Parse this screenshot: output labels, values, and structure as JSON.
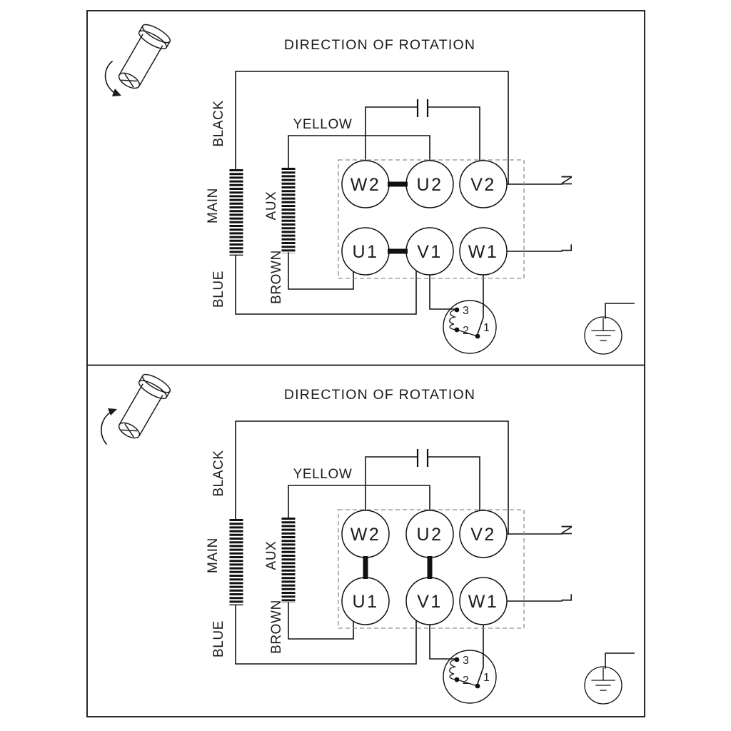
{
  "colors": {
    "ink": "#1c1c1c",
    "wire": "#111111",
    "dashed_box": "#8f8f8f",
    "background": "#ffffff"
  },
  "symbols": {
    "motor": "motor-rotation-icon",
    "capacitor": "capacitor-symbol",
    "protector": "thermal-protector-symbol",
    "earth": "earth-ground-symbol"
  },
  "panels": [
    {
      "title": "DIRECTION OF ROTATION",
      "rotation_arrow": "clockwise",
      "wire_labels": {
        "black": "BLACK",
        "main": "MAIN",
        "blue": "BLUE",
        "aux": "AUX",
        "brown": "BROWN",
        "yellow": "YELLOW"
      },
      "supply": {
        "neutral": "N",
        "line": "L"
      },
      "terminals": {
        "w2": "W2",
        "u2": "U2",
        "v2": "V2",
        "u1": "U1",
        "v1": "V1",
        "w1": "W1"
      },
      "links": [
        [
          "W2",
          "U2"
        ],
        [
          "U1",
          "V1"
        ]
      ],
      "protector_terminals": {
        "t3": "3",
        "t2": "2",
        "t1": "1"
      }
    },
    {
      "title": "DIRECTION OF ROTATION",
      "rotation_arrow": "counterclockwise",
      "wire_labels": {
        "black": "BLACK",
        "main": "MAIN",
        "blue": "BLUE",
        "aux": "AUX",
        "brown": "BROWN",
        "yellow": "YELLOW"
      },
      "supply": {
        "neutral": "N",
        "line": "L"
      },
      "terminals": {
        "w2": "W2",
        "u2": "U2",
        "v2": "V2",
        "u1": "U1",
        "v1": "V1",
        "w1": "W1"
      },
      "links": [
        [
          "W2",
          "U1"
        ],
        [
          "U2",
          "V1"
        ]
      ],
      "protector_terminals": {
        "t3": "3",
        "t2": "2",
        "t1": "1"
      }
    }
  ]
}
